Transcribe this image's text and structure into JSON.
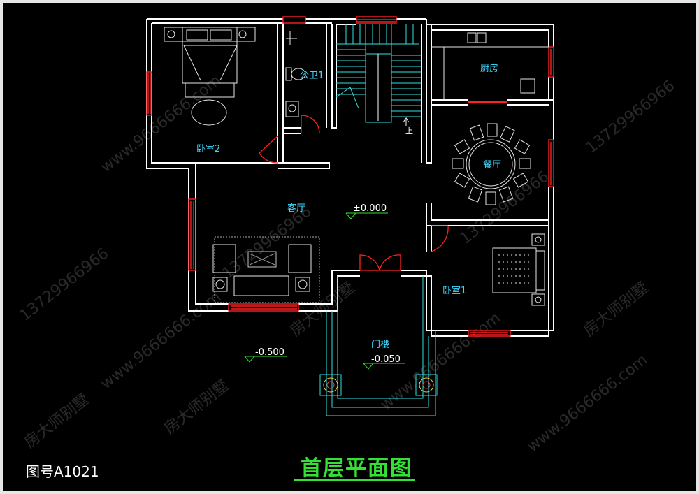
{
  "title": "首层平面图",
  "drawing_number": "图号A1021",
  "rooms": {
    "bedroom2": "卧室2",
    "bathroom": "公卫1",
    "kitchen": "厨房",
    "dining": "餐厅",
    "living": "客厅",
    "bedroom1": "卧室1",
    "porch": "门楼"
  },
  "elevations": {
    "living": "±0.000",
    "outside": "-0.500",
    "porch": "-0.050"
  },
  "stair_up": "上",
  "watermark": {
    "brand": "房大师别墅",
    "phone": "13729966966",
    "site": "www.9666666.com"
  },
  "colors": {
    "wall": "#ffffff",
    "window": "#ff2020",
    "furniture": "#e6e6e6",
    "stair": "#30e0e0",
    "label": "#40d8ff",
    "title": "#33e133",
    "elevation_mark": "#33e133"
  }
}
